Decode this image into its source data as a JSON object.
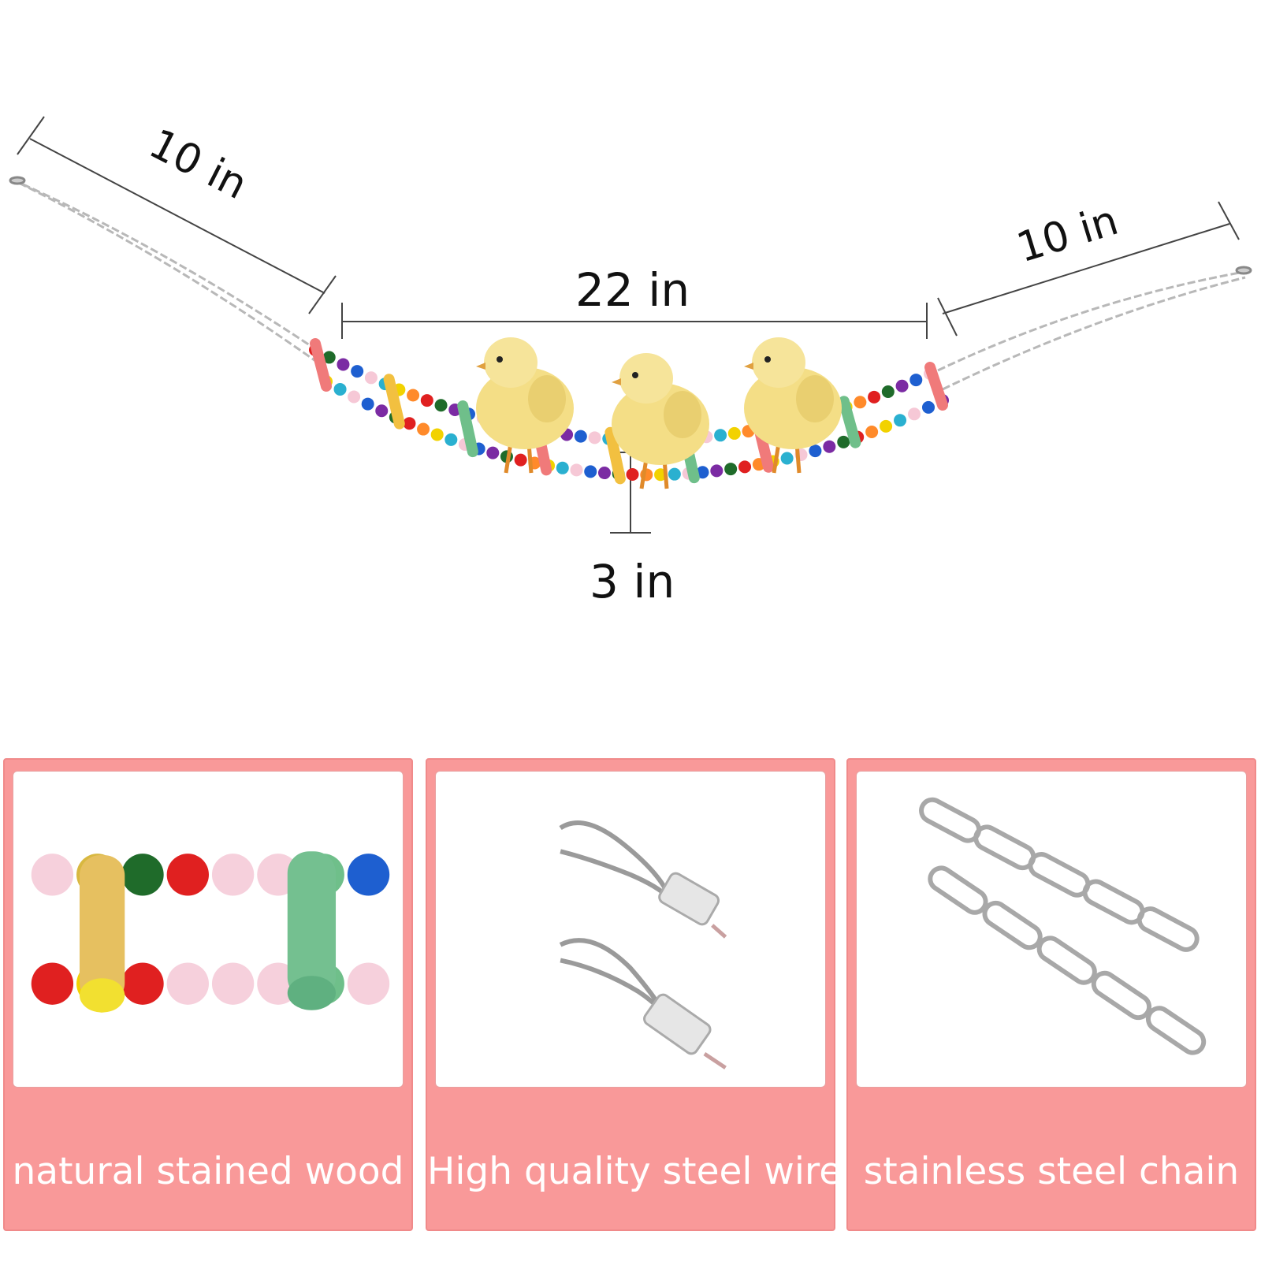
{
  "dimensions": {
    "left_chain": "10 in",
    "center_span": "22 in",
    "right_chain": "10 in",
    "depth": "3 in"
  },
  "panels": [
    {
      "caption": "natural stained wood",
      "icon": "wood-beads"
    },
    {
      "caption": "High quality steel wire",
      "icon": "steel-wire-loop"
    },
    {
      "caption": "stainless steel chain",
      "icon": "steel-chain"
    }
  ],
  "colors": {
    "panel_pink": "#f99999",
    "bead_palette": [
      "#e02020",
      "#1e5fd0",
      "#f2d200",
      "#1f6b2a",
      "#f6c8d6",
      "#ff8a2a",
      "#7b2ba3",
      "#2ab0d0"
    ]
  }
}
